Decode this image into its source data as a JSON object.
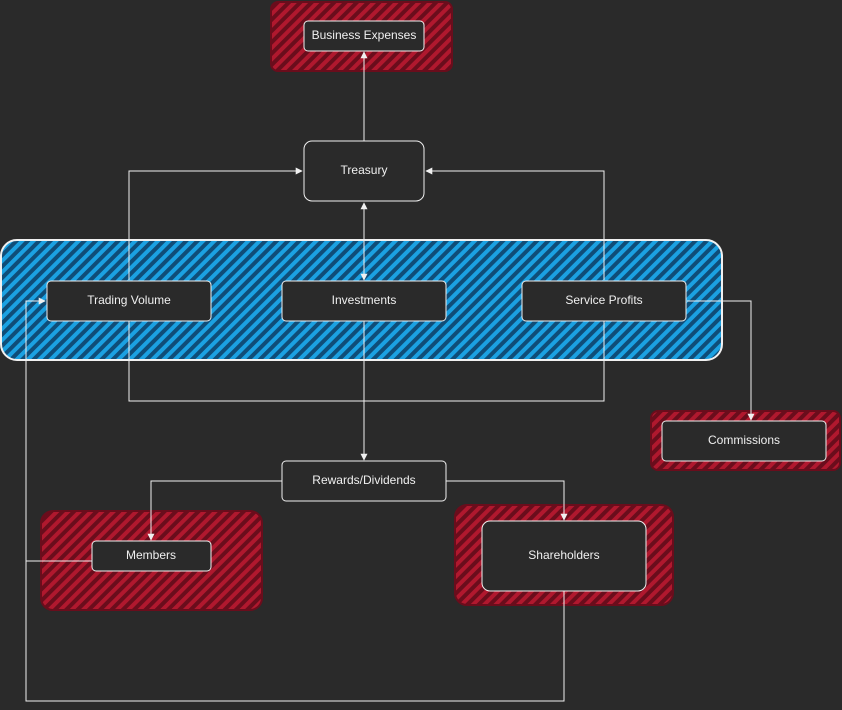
{
  "diagram": {
    "colors": {
      "background": "#2a2a2a",
      "node_fill": "#2a2a2a",
      "node_stroke": "#f0f0f0",
      "edge": "#f0f0f0",
      "hatch_red_bg": "#6a0d1c",
      "hatch_red_line": "#b0182e",
      "hatch_blue_bg": "#0f4d78",
      "hatch_blue_line": "#1ba1e2"
    },
    "nodes": {
      "business_expenses": "Business Expenses",
      "treasury": "Treasury",
      "trading_volume": "Trading Volume",
      "investments": "Investments",
      "service_profits": "Service Profits",
      "commissions": "Commissions",
      "rewards_dividends": "Rewards/Dividends",
      "members": "Members",
      "shareholders": "Shareholders"
    }
  }
}
